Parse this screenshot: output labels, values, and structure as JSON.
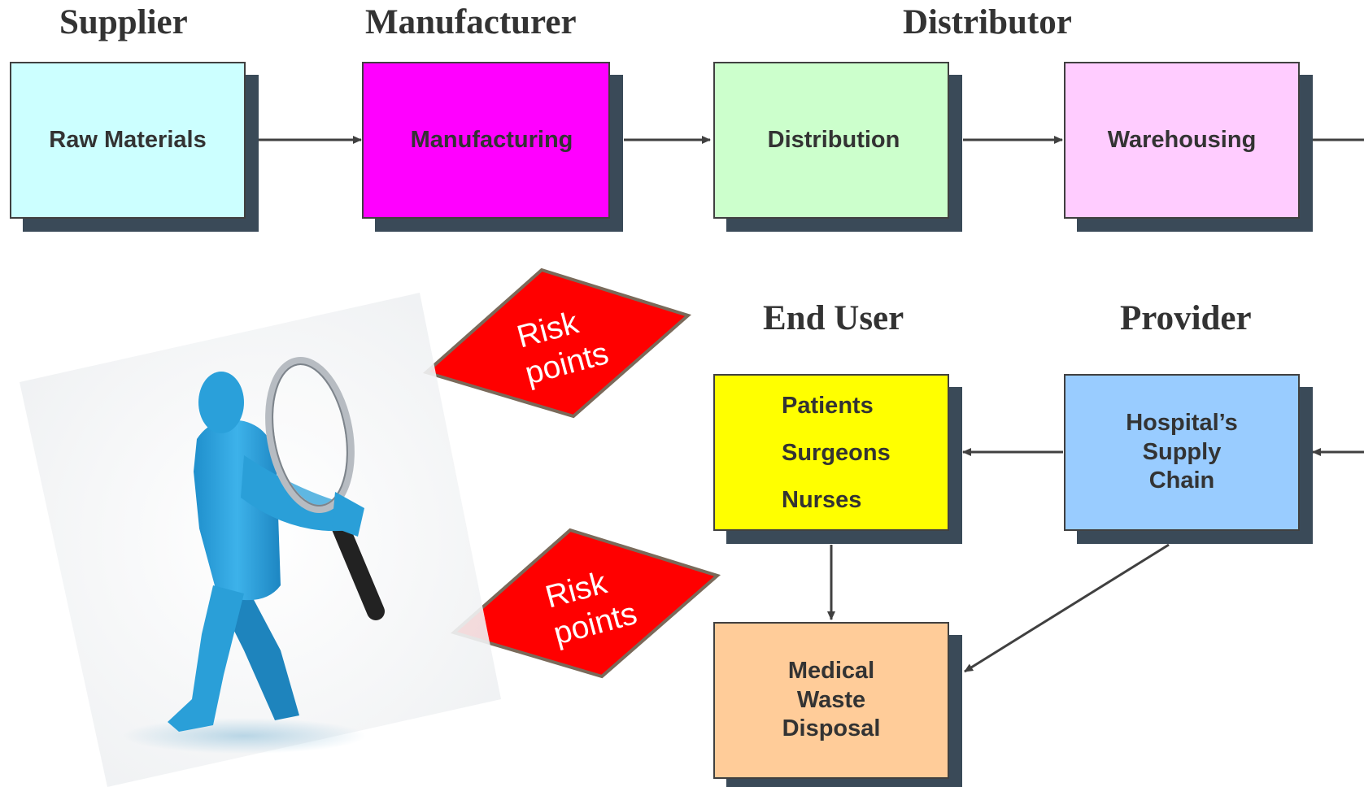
{
  "headers": {
    "supplier": "Supplier",
    "manufacturer": "Manufacturer",
    "distributor": "Distributor",
    "end_user": "End User",
    "provider": "Provider"
  },
  "boxes": {
    "raw_materials": {
      "lines": [
        "Raw Materials"
      ],
      "color": "#ccffff"
    },
    "manufacturing": {
      "lines": [
        "Manufacturing"
      ],
      "color": "#ff00ff"
    },
    "distribution": {
      "lines": [
        "Distribution"
      ],
      "color": "#ccffcc"
    },
    "warehousing": {
      "lines": [
        "Warehousing"
      ],
      "color": "#ffccff"
    },
    "end_user": {
      "lines": [
        "Patients",
        "Surgeons",
        "Nurses"
      ],
      "color": "#ffff00"
    },
    "hospital": {
      "lines": [
        "Hospital’s",
        "Supply",
        "Chain"
      ],
      "color": "#99ccff"
    },
    "waste": {
      "lines": [
        "Medical",
        "Waste",
        "Disposal"
      ],
      "color": "#ffcc99"
    }
  },
  "risk_points": {
    "top": {
      "line1": "Risk",
      "line2": "points"
    },
    "bottom": {
      "line1": "Risk",
      "line2": "points"
    },
    "color": "#ff0000"
  },
  "icons": {
    "figure": "person-with-magnifying-glass-icon"
  },
  "colors": {
    "shadow": "#3a4a58",
    "arrow": "#404040",
    "header_text": "#333333",
    "figure": "#2a9fd8"
  }
}
